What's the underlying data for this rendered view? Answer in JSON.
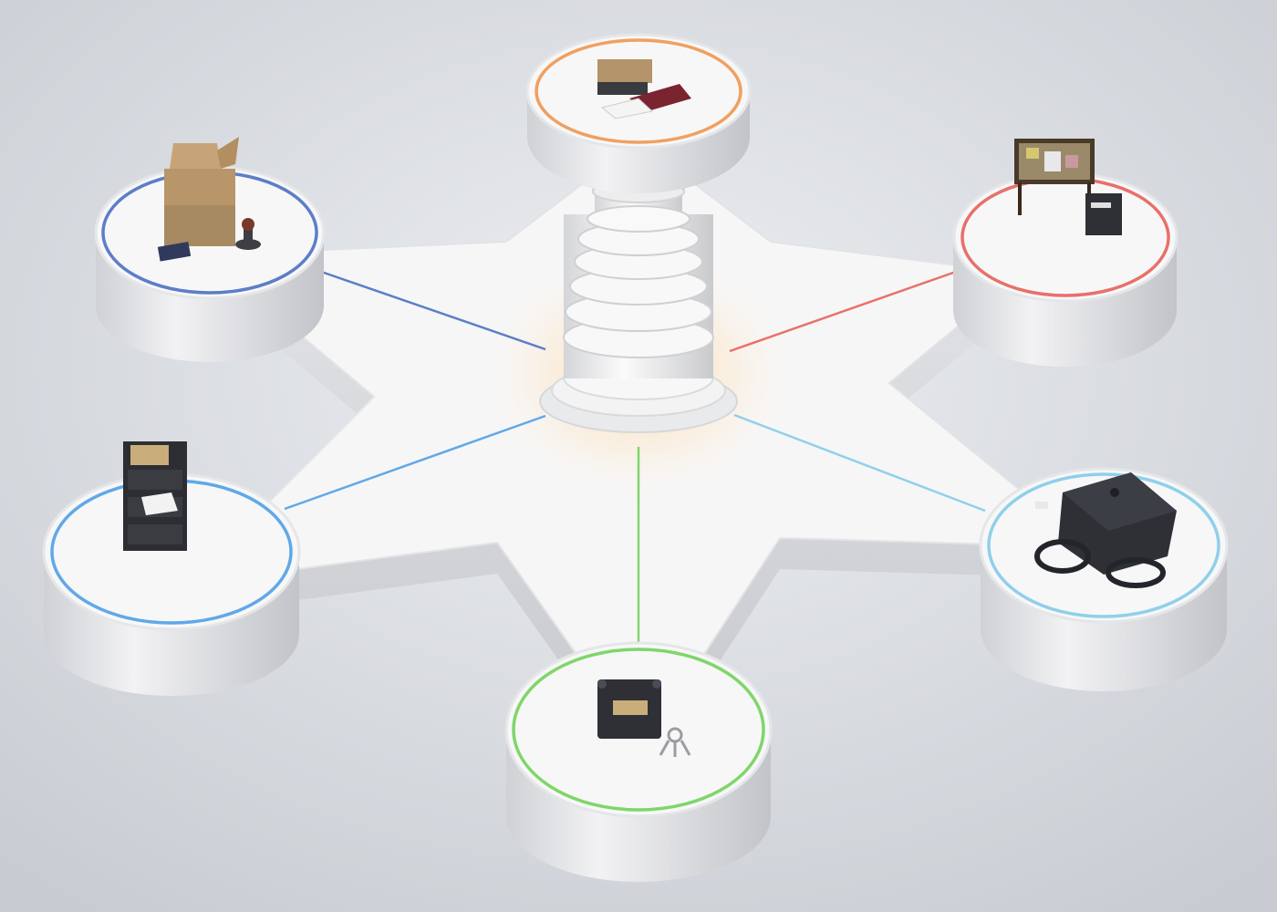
{
  "scene": {
    "background": "#d4d6db",
    "hub": {
      "icon": "tower-icon",
      "glow_color": "#ffd9a0"
    },
    "nodes": [
      {
        "id": "top",
        "ring_color": "#f0a060",
        "object": "books-and-papers-icon"
      },
      {
        "id": "upper-right",
        "ring_color": "#e8706a",
        "object": "bulletin-board-and-safe-icon"
      },
      {
        "id": "lower-right",
        "ring_color": "#8fd0ea",
        "object": "server-case-with-cables-icon"
      },
      {
        "id": "bottom",
        "ring_color": "#7fd66a",
        "object": "lockbox-and-keys-icon"
      },
      {
        "id": "lower-left",
        "ring_color": "#60a8e8",
        "object": "filing-cabinet-icon"
      },
      {
        "id": "upper-left",
        "ring_color": "#5c7ec8",
        "object": "cardboard-boxes-and-stamp-icon"
      }
    ]
  }
}
